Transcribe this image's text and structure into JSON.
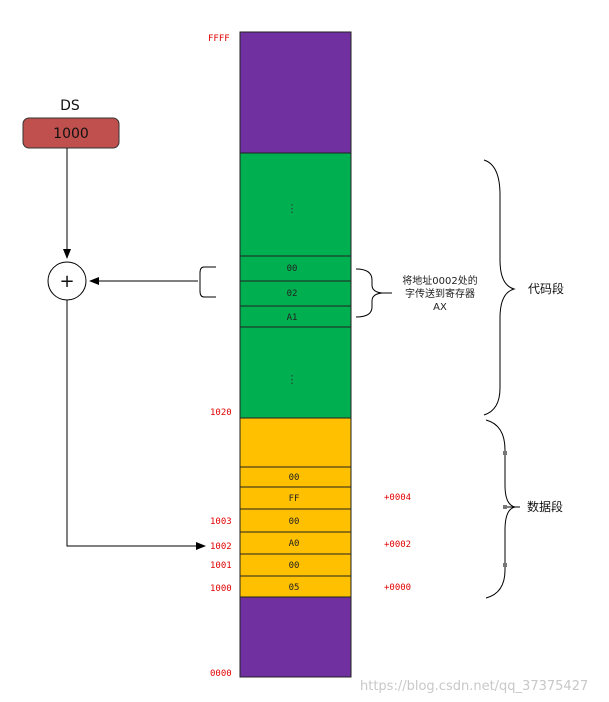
{
  "ds_register": {
    "label": "DS",
    "value": "1000"
  },
  "adder_symbol": "+",
  "address_labels": {
    "top": "FFFF",
    "code_end": "1020",
    "addr_1003": "1003",
    "addr_1002": "1002",
    "addr_1001": "1001",
    "addr_1000": "1000",
    "bottom": "0000"
  },
  "code_cells": {
    "ellipsis": "⋮",
    "c0": "00",
    "c1": "02",
    "c2": "A1"
  },
  "data_cells": {
    "d5": "00",
    "d4": "FF",
    "d3": "00",
    "d2": "A0",
    "d1": "00",
    "d0": "05"
  },
  "offsets": {
    "o4": "+0004",
    "o2": "+0002",
    "o0": "+0000"
  },
  "instruction_note": {
    "line1": "将地址0002处的",
    "line2": "字传送到寄存器",
    "line3": "AX"
  },
  "segment_labels": {
    "code": "代码段",
    "data": "数据段"
  },
  "watermark": "https://blog.csdn.net/qq_37375427",
  "colors": {
    "purple": "#7030a0",
    "green": "#00b050",
    "yellow": "#ffc000",
    "register_red": "#c0504d",
    "address_red": "#e00000"
  }
}
